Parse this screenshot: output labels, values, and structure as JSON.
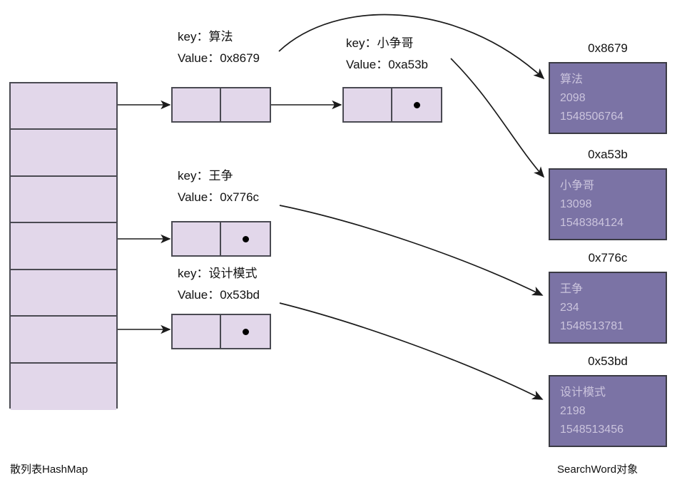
{
  "diagram": {
    "title_left": "散列表HashMap",
    "title_right": "SearchWord对象",
    "colors": {
      "cell_fill": "#e2d7ea",
      "cell_stroke": "#4a4a52",
      "object_fill": "#7b73a5",
      "object_text": "#cbc4dd",
      "edge": "#1b1b1b",
      "background": "#ffffff"
    }
  },
  "hashtable": {
    "label": "散列表HashMap",
    "cells": [
      {
        "index": 0,
        "has_chain": true
      },
      {
        "index": 1,
        "has_chain": false
      },
      {
        "index": 2,
        "has_chain": false
      },
      {
        "index": 3,
        "has_chain": true
      },
      {
        "index": 4,
        "has_chain": false
      },
      {
        "index": 5,
        "has_chain": true
      },
      {
        "index": 6,
        "has_chain": false
      }
    ]
  },
  "chains": [
    {
      "id": "chain-0",
      "nodes": [
        {
          "key_label": "key：算法",
          "value_label": "Value：0x8679",
          "key": "算法",
          "value": "0x8679",
          "pointer": "next"
        },
        {
          "key_label": "key：小争哥",
          "value_label": "Value：0xa53b",
          "key": "小争哥",
          "value": "0xa53b",
          "pointer": "null"
        }
      ]
    },
    {
      "id": "chain-3",
      "nodes": [
        {
          "key_label": "key：王争",
          "value_label": "Value：0x776c",
          "key": "王争",
          "value": "0x776c",
          "pointer": "null"
        }
      ]
    },
    {
      "id": "chain-5",
      "nodes": [
        {
          "key_label": "key：设计模式",
          "value_label": "Value：0x53bd",
          "key": "设计模式",
          "value": "0x53bd",
          "pointer": "null"
        }
      ]
    }
  ],
  "objects": [
    {
      "address": "0x8679",
      "name": "算法",
      "count": "2098",
      "timestamp": "1548506764"
    },
    {
      "address": "0xa53b",
      "name": "小争哥",
      "count": "13098",
      "timestamp": "1548384124"
    },
    {
      "address": "0x776c",
      "name": "王争",
      "count": "234",
      "timestamp": "1548513781"
    },
    {
      "address": "0x53bd",
      "name": "设计模式",
      "count": "2198",
      "timestamp": "1548513456"
    }
  ]
}
